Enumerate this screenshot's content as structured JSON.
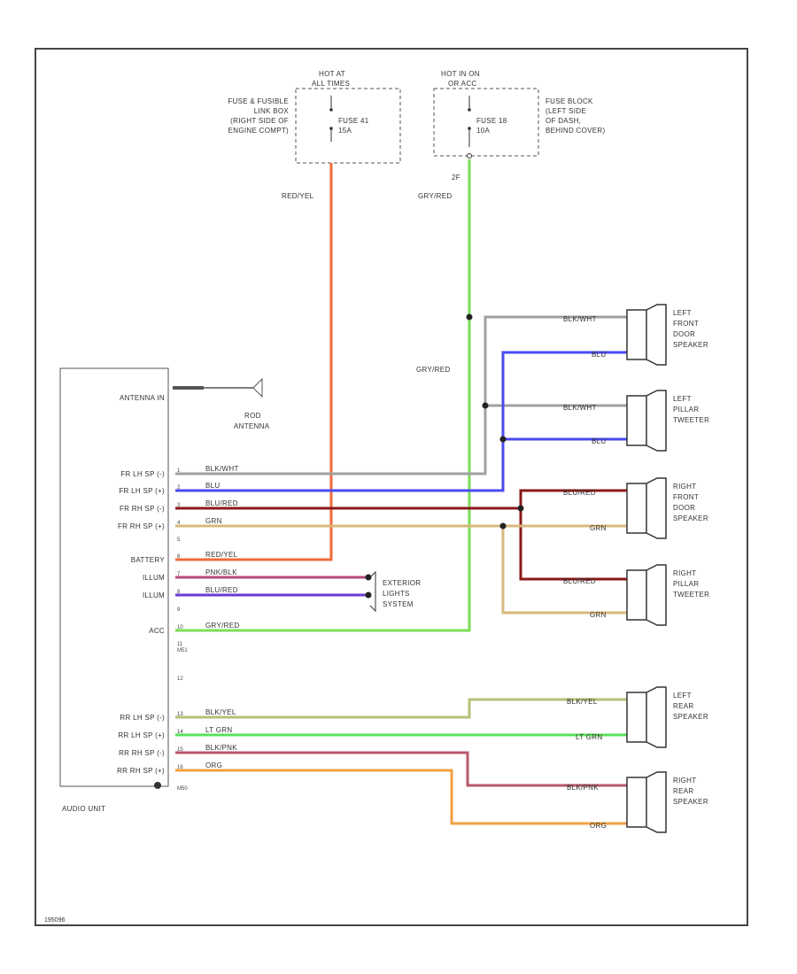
{
  "colors": {
    "red_yel": "#f26a3a",
    "gry_red": "#7ddd55",
    "blk_wht": "#a0a0a0",
    "blu": "#4a4af0",
    "blu_red": "#8a1818",
    "grn": "#d8b87c",
    "pnk_blk": "#b44a7a",
    "blu_red_purple": "#6a3ad0",
    "gry_red_acc": "#8aa84a",
    "blk_yel": "#b8c078",
    "lt_grn": "#5ae05a",
    "blk_pnk": "#b8586a",
    "org": "#f0a040"
  },
  "fuses": [
    {
      "hot_label": "HOT AT",
      "hot_label2": "ALL TIMES",
      "fuse": "FUSE 41",
      "amps": "15A",
      "location": "FUSE & FUSIBLE",
      "location2": "LINK BOX",
      "location3": "(RIGHT SIDE OF",
      "location4": "ENGINE COMPT)"
    },
    {
      "hot_label": "HOT IN ON",
      "hot_label2": "OR ACC",
      "fuse": "FUSE 18",
      "amps": "10A",
      "location": "FUSE BLOCK",
      "location2": "(LEFT SIDE",
      "location3": "OF DASH,",
      "location4": "BEHIND COVER)"
    }
  ],
  "wire_labels": {
    "red_yel": "RED/YEL",
    "gry_red": "GRY/RED",
    "gry_red_mid": "GRY/RED",
    "splice_2f": "2F",
    "blk_wht_1": "BLK/WHT",
    "blu_1": "BLU",
    "blk_wht_2": "BLK/WHT",
    "blu_2": "BLU",
    "blu_red_1": "BLU/RED",
    "grn_1": "GRN",
    "blu_red_2": "BLU/RED",
    "grn_2": "GRN",
    "blk_yel": "BLK/YEL",
    "lt_grn": "LT GRN",
    "blk_pnk": "BLK/PNK",
    "org": "ORG"
  },
  "audio_unit": {
    "name": "AUDIO UNIT",
    "antenna_in": "ANTENNA IN",
    "pins": [
      {
        "name": "FR LH SP (-)",
        "wire": "BLK/WHT",
        "pin": "1"
      },
      {
        "name": "FR LH SP (+)",
        "wire": "BLU",
        "pin": "2"
      },
      {
        "name": "FR RH SP (-)",
        "wire": "BLU/RED",
        "pin": "3"
      },
      {
        "name": "FR RH SP (+)",
        "wire": "GRN",
        "pin": "4"
      },
      {
        "name": "",
        "wire": "",
        "pin": "5"
      },
      {
        "name": "BATTERY",
        "wire": "RED/YEL",
        "pin": "6"
      },
      {
        "name": "ILLUM",
        "wire": "PNK/BLK",
        "pin": "7"
      },
      {
        "name": "ILLUM",
        "wire": "BLU/RED",
        "pin": "8"
      },
      {
        "name": "",
        "wire": "",
        "pin": "9"
      },
      {
        "name": "ACC",
        "wire": "GRY/RED",
        "pin": "10"
      },
      {
        "name": "",
        "wire": "",
        "pin": "11"
      },
      {
        "name": "",
        "wire": "",
        "pin": "12"
      },
      {
        "name": "RR LH SP (-)",
        "wire": "BLK/YEL",
        "pin": "13"
      },
      {
        "name": "RR LH SP (+)",
        "wire": "LT GRN",
        "pin": "14"
      },
      {
        "name": "RR RH SP (-)",
        "wire": "BLK/PNK",
        "pin": "15"
      },
      {
        "name": "RR RH SP (+)",
        "wire": "ORG",
        "pin": "16"
      }
    ],
    "connector_1": "M51",
    "connector_2": "M50"
  },
  "rod_antenna": {
    "line1": "ROD",
    "line2": "ANTENNA"
  },
  "exterior_lights": {
    "line1": "EXTERIOR",
    "line2": "LIGHTS",
    "line3": "SYSTEM"
  },
  "speakers": [
    {
      "l1": "LEFT",
      "l2": "FRONT",
      "l3": "DOOR",
      "l4": "SPEAKER"
    },
    {
      "l1": "LEFT",
      "l2": "PILLAR",
      "l3": "TWEETER",
      "l4": ""
    },
    {
      "l1": "RIGHT",
      "l2": "FRONT",
      "l3": "DOOR",
      "l4": "SPEAKER"
    },
    {
      "l1": "RIGHT",
      "l2": "PILLAR",
      "l3": "TWEETER",
      "l4": ""
    },
    {
      "l1": "LEFT",
      "l2": "REAR",
      "l3": "SPEAKER",
      "l4": ""
    },
    {
      "l1": "RIGHT",
      "l2": "REAR",
      "l3": "SPEAKER",
      "l4": ""
    }
  ],
  "footer_code": "195096"
}
